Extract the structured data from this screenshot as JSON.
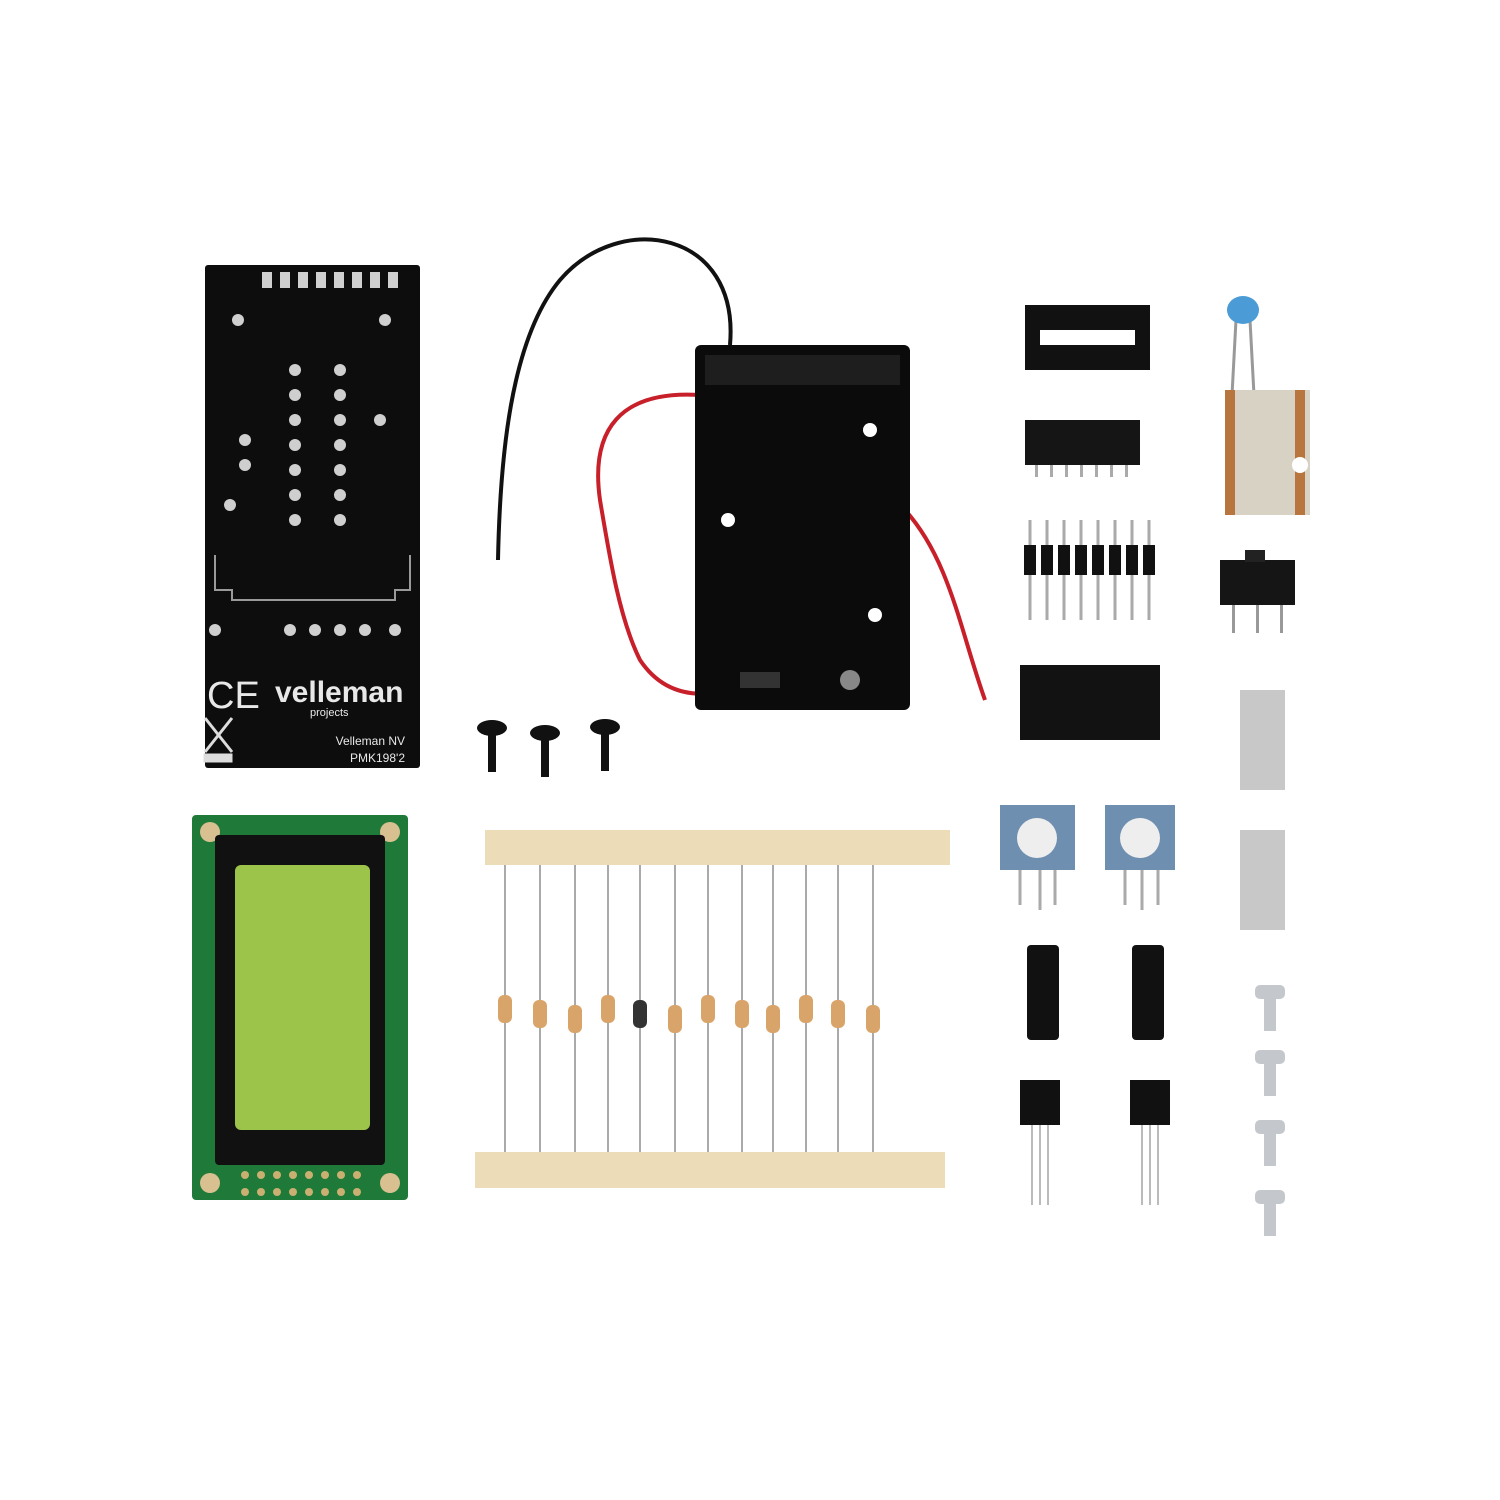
{
  "pcb": {
    "brand": "velleman",
    "sub_brand": "projects",
    "maker": "Velleman NV",
    "model": "PMK198'2",
    "ce_mark": "CE"
  },
  "colors": {
    "background": "#ffffff",
    "pcb": "#0d0d0d",
    "lcd_board": "#1f7a3a",
    "lcd_screen": "#9cc34a",
    "tape": "#ecdcb8",
    "resistor": "#d9a46a",
    "capacitor": "#4a9bd6"
  }
}
